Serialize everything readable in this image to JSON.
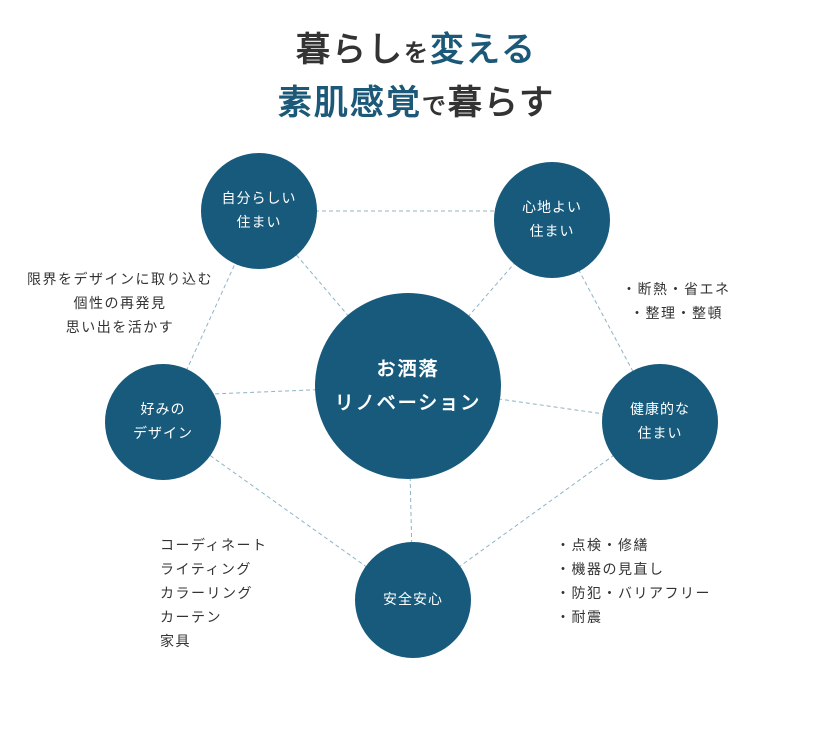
{
  "title": {
    "line1": [
      {
        "text": "暮らし",
        "accent": false,
        "small": false
      },
      {
        "text": "を",
        "accent": false,
        "small": true
      },
      {
        "text": "変える",
        "accent": true,
        "small": false
      }
    ],
    "line2": [
      {
        "text": "素肌感覚",
        "accent": true,
        "small": false
      },
      {
        "text": "で",
        "accent": false,
        "small": true
      },
      {
        "text": "暮らす",
        "accent": false,
        "small": false
      }
    ]
  },
  "center": {
    "lines": [
      "お洒落",
      "リノベーション"
    ]
  },
  "nodes": {
    "top_left": {
      "lines": [
        "自分らしい",
        "住まい"
      ]
    },
    "top_right": {
      "lines": [
        "心地よい",
        "住まい"
      ]
    },
    "right": {
      "lines": [
        "健康的な",
        "住まい"
      ]
    },
    "bottom": {
      "lines": [
        "安全安心"
      ]
    },
    "left": {
      "lines": [
        "好みの",
        "デザイン"
      ]
    }
  },
  "notes": {
    "top_left": [
      "限界をデザインに取り込む",
      "個性の再発見",
      "思い出を活かす"
    ],
    "top_right": [
      "・断熱・省エネ",
      "・整理・整頓"
    ],
    "bottom_right": [
      "・点検・修繕",
      "・機器の見直し",
      "・防犯・バリアフリー",
      "・耐震"
    ],
    "bottom_left": [
      "コーディネート",
      "ライティング",
      "カラーリング",
      "カーテン",
      "家具"
    ]
  },
  "colors": {
    "node": "#175a7c",
    "accent": "#1c5878",
    "line": "#8fb3c6"
  }
}
